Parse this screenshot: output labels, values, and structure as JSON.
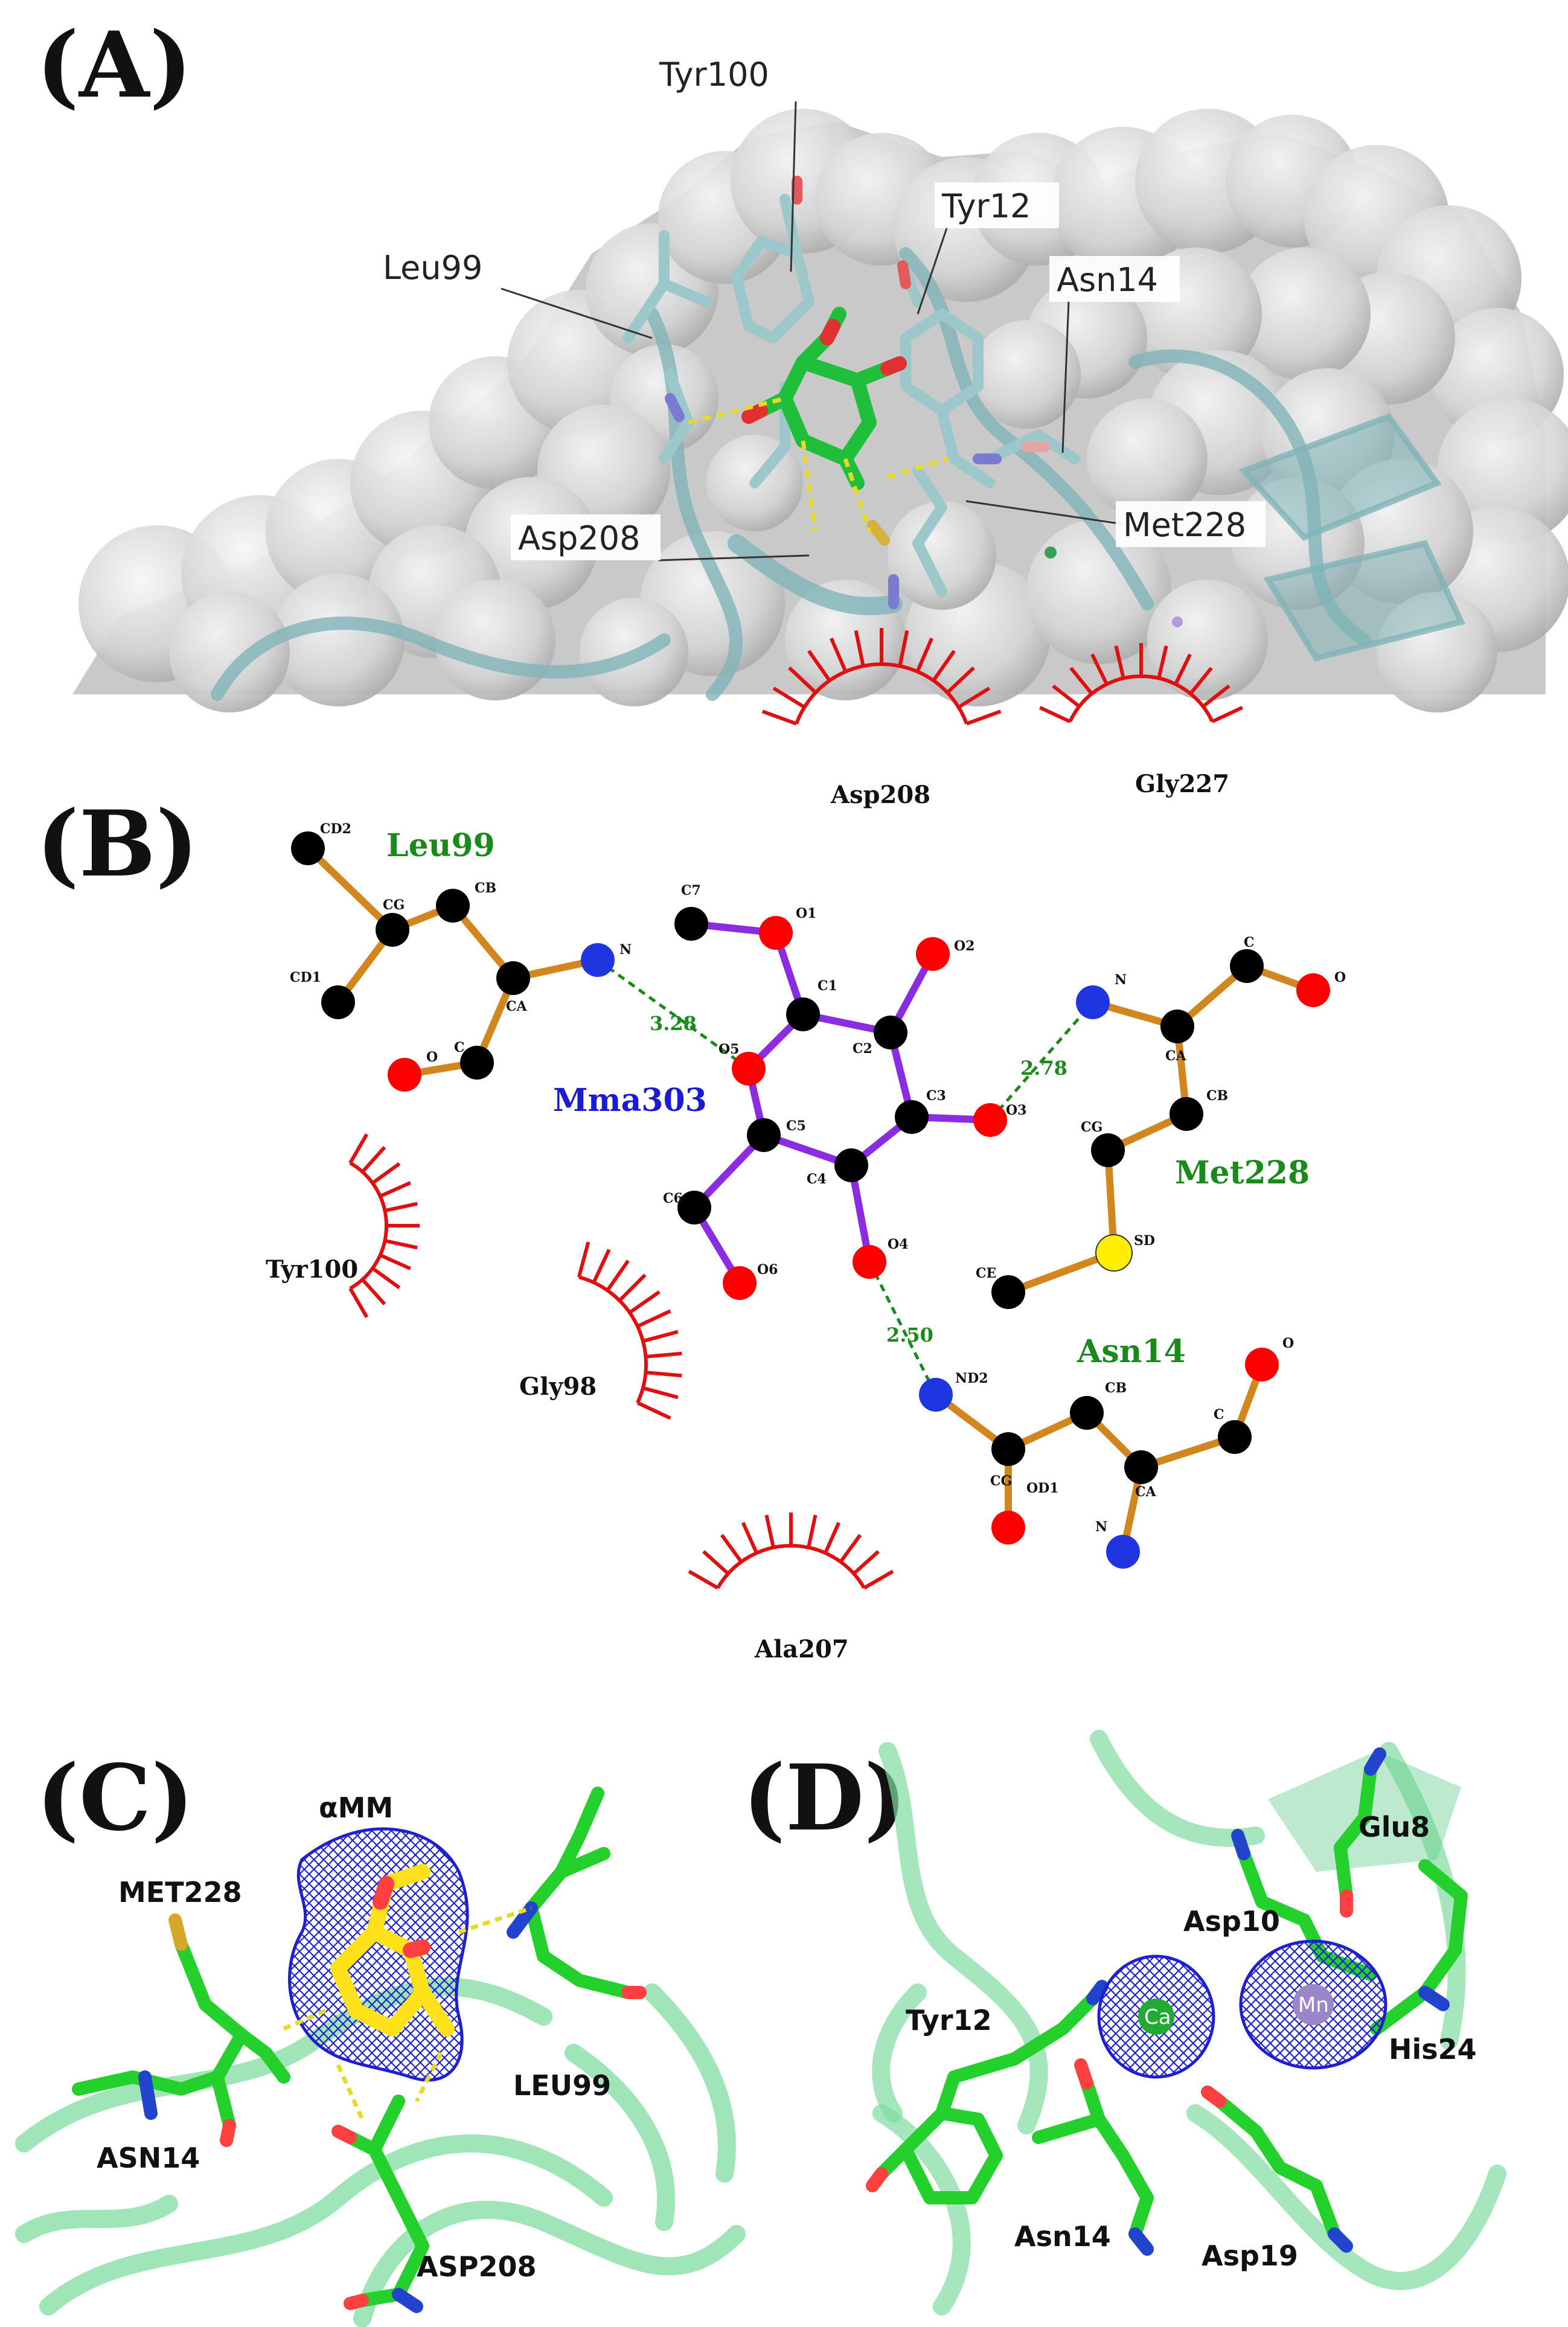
{
  "panels": {
    "a": {
      "label": "(A)",
      "callouts": [
        {
          "id": "tyr100",
          "text": "Tyr100"
        },
        {
          "id": "leu99",
          "text": "Leu99"
        },
        {
          "id": "tyr12",
          "text": "Tyr12"
        },
        {
          "id": "asn14",
          "text": "Asn14"
        },
        {
          "id": "asp208",
          "text": "Asp208"
        },
        {
          "id": "met228",
          "text": "Met228"
        }
      ]
    },
    "b": {
      "label": "(B)",
      "ligand": "Mma303",
      "residues": {
        "leu99": "Leu99",
        "met228": "Met228",
        "asn14": "Asn14"
      },
      "hydrophobic": [
        "Asp208",
        "Gly227",
        "Tyr100",
        "Gly98",
        "Ala207"
      ],
      "distances": [
        "3.28",
        "2.78",
        "2.50"
      ],
      "atoms": {
        "leu_cd2": "CD2",
        "leu_cg": "CG",
        "leu_cb": "CB",
        "leu_cd1": "CD1",
        "leu_n": "N",
        "leu_ca": "CA",
        "leu_c": "C",
        "leu_o": "O",
        "lig_c7": "C7",
        "lig_o1": "O1",
        "lig_c1": "C1",
        "lig_c2": "C2",
        "lig_o2": "O2",
        "lig_o5": "O5",
        "lig_c3": "C3",
        "lig_o3": "O3",
        "lig_c5": "C5",
        "lig_c4": "C4",
        "lig_c6": "C6",
        "lig_o6": "O6",
        "lig_o4": "O4",
        "met_n": "N",
        "met_c": "C",
        "met_o": "O",
        "met_ca": "CA",
        "met_cb": "CB",
        "met_cg": "CG",
        "met_sd": "SD",
        "met_ce": "CE",
        "asn_nd2": "ND2",
        "asn_cb": "CB",
        "asn_o": "O",
        "asn_c": "C",
        "asn_cg": "CG",
        "asn_od1": "OD1",
        "asn_ca": "CA",
        "asn_n": "N"
      }
    },
    "c": {
      "label": "(C)",
      "labels": {
        "amm": "αMM",
        "met228": "MET228",
        "leu99": "LEU99",
        "asn14": "ASN14",
        "asp208": "ASP208"
      }
    },
    "d": {
      "label": "(D)",
      "labels": {
        "glu8": "Glu8",
        "asp10": "Asp10",
        "tyr12": "Tyr12",
        "his24": "His24",
        "asn14": "Asn14",
        "asp19": "Asp19",
        "ca": "Ca",
        "mn": "Mn"
      }
    }
  },
  "colors": {
    "surface": "#d9d9d9",
    "cartoon_teal": "#7fb4b8",
    "ligand_green": "#1fbf3c",
    "ligand_bond_purple": "#8b2be2",
    "residue_bond_orange": "#d2861e",
    "carbon": "#000000",
    "oxygen": "#ff0000",
    "nitrogen": "#1f35e0",
    "sulfur": "#ffee00",
    "hbond_green": "#1a8a1a",
    "hydrophobic_red": "#e01010",
    "mesh_blue": "#1f1fd0",
    "polar_contact_yellow": "#e8d82a",
    "cartoon_green": "#7fdca0"
  }
}
